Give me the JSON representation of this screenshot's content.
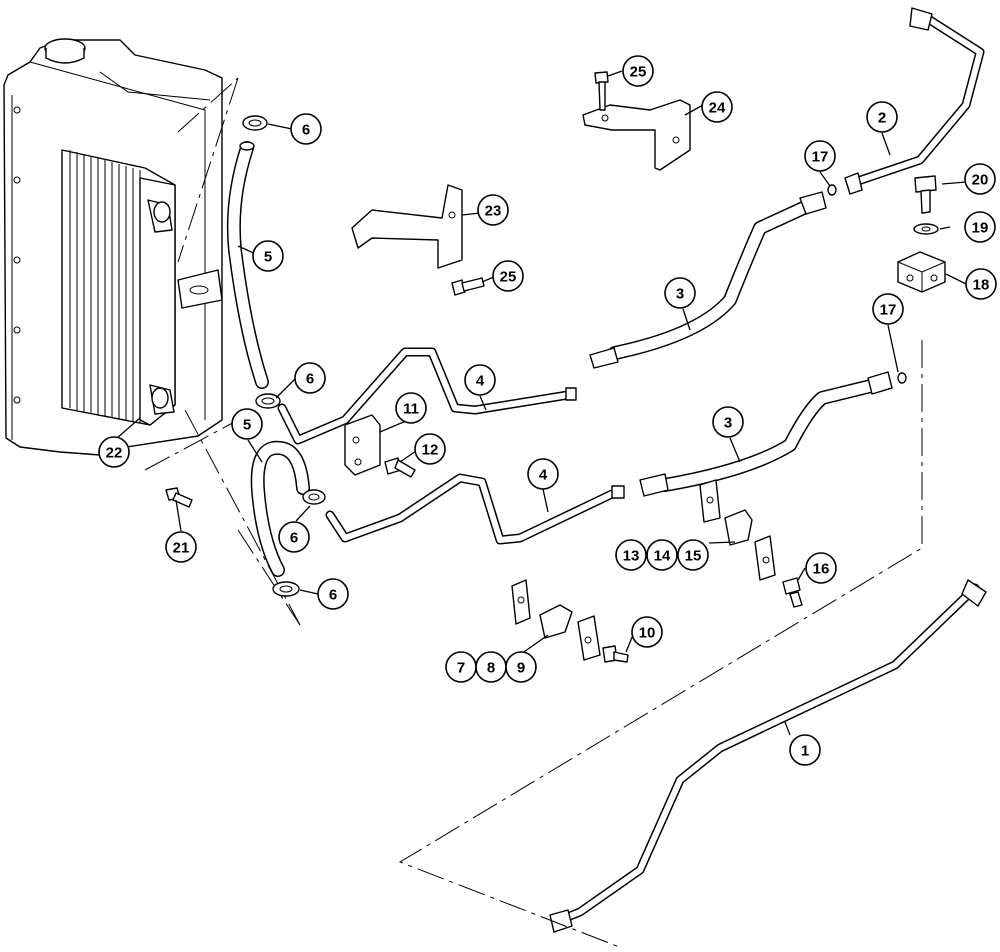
{
  "callouts": [
    {
      "id": "c1",
      "label": "1"
    },
    {
      "id": "c2",
      "label": "2"
    },
    {
      "id": "c3a",
      "label": "3"
    },
    {
      "id": "c3b",
      "label": "3"
    },
    {
      "id": "c4a",
      "label": "4"
    },
    {
      "id": "c4b",
      "label": "4"
    },
    {
      "id": "c5a",
      "label": "5"
    },
    {
      "id": "c5b",
      "label": "5"
    },
    {
      "id": "c6a",
      "label": "6"
    },
    {
      "id": "c6b",
      "label": "6"
    },
    {
      "id": "c6c",
      "label": "6"
    },
    {
      "id": "c6d",
      "label": "6"
    },
    {
      "id": "c7",
      "label": "7"
    },
    {
      "id": "c8",
      "label": "8"
    },
    {
      "id": "c9",
      "label": "9"
    },
    {
      "id": "c10",
      "label": "10"
    },
    {
      "id": "c11",
      "label": "11"
    },
    {
      "id": "c12",
      "label": "12"
    },
    {
      "id": "c13",
      "label": "13"
    },
    {
      "id": "c14",
      "label": "14"
    },
    {
      "id": "c15",
      "label": "15"
    },
    {
      "id": "c16",
      "label": "16"
    },
    {
      "id": "c17a",
      "label": "17"
    },
    {
      "id": "c17b",
      "label": "17"
    },
    {
      "id": "c18",
      "label": "18"
    },
    {
      "id": "c19",
      "label": "19"
    },
    {
      "id": "c20",
      "label": "20"
    },
    {
      "id": "c21",
      "label": "21"
    },
    {
      "id": "c22",
      "label": "22"
    },
    {
      "id": "c23",
      "label": "23"
    },
    {
      "id": "c24",
      "label": "24"
    },
    {
      "id": "c25a",
      "label": "25"
    },
    {
      "id": "c25b",
      "label": "25"
    }
  ]
}
